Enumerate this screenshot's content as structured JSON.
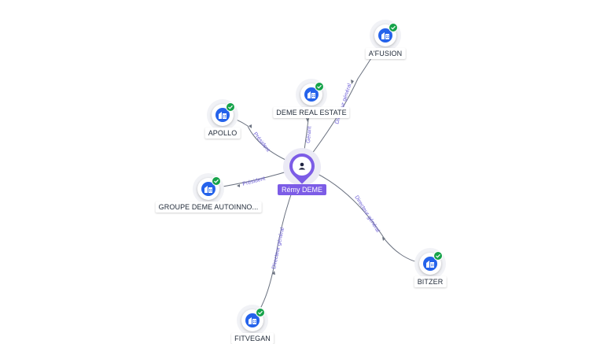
{
  "colors": {
    "person_accent": "#7c5ce6",
    "company_icon": "#2563eb",
    "verified_badge": "#16a34a",
    "edge": "#6b7280",
    "edge_label": "#6d5fd8"
  },
  "person": {
    "name": "Rémy DEME",
    "icon": "person-icon"
  },
  "companies": [
    {
      "id": "afusion",
      "name": "A'FUSION",
      "icon": "company-icon",
      "badge": "verified-check-icon"
    },
    {
      "id": "deme-real-estate",
      "name": "DEME REAL ESTATE",
      "icon": "company-icon",
      "badge": "verified-check-icon"
    },
    {
      "id": "apollo",
      "name": "APOLLO",
      "icon": "company-icon",
      "badge": "verified-check-icon"
    },
    {
      "id": "groupe-deme",
      "name": "GROUPE DEME AUTOINNO...",
      "icon": "company-icon",
      "badge": "verified-check-icon"
    },
    {
      "id": "bitzer",
      "name": "BITZER",
      "icon": "company-icon",
      "badge": "verified-check-icon"
    },
    {
      "id": "fitvegan",
      "name": "FITVEGAN",
      "icon": "company-icon",
      "badge": "verified-check-icon"
    }
  ],
  "relations": [
    {
      "to": "afusion",
      "role": "Directeur général"
    },
    {
      "to": "deme-real-estate",
      "role": "Gérant"
    },
    {
      "to": "apollo",
      "role": "Président"
    },
    {
      "to": "groupe-deme",
      "role": "Président"
    },
    {
      "to": "bitzer",
      "role": "Directeur général"
    },
    {
      "to": "fitvegan",
      "role": "Directeur général"
    }
  ]
}
